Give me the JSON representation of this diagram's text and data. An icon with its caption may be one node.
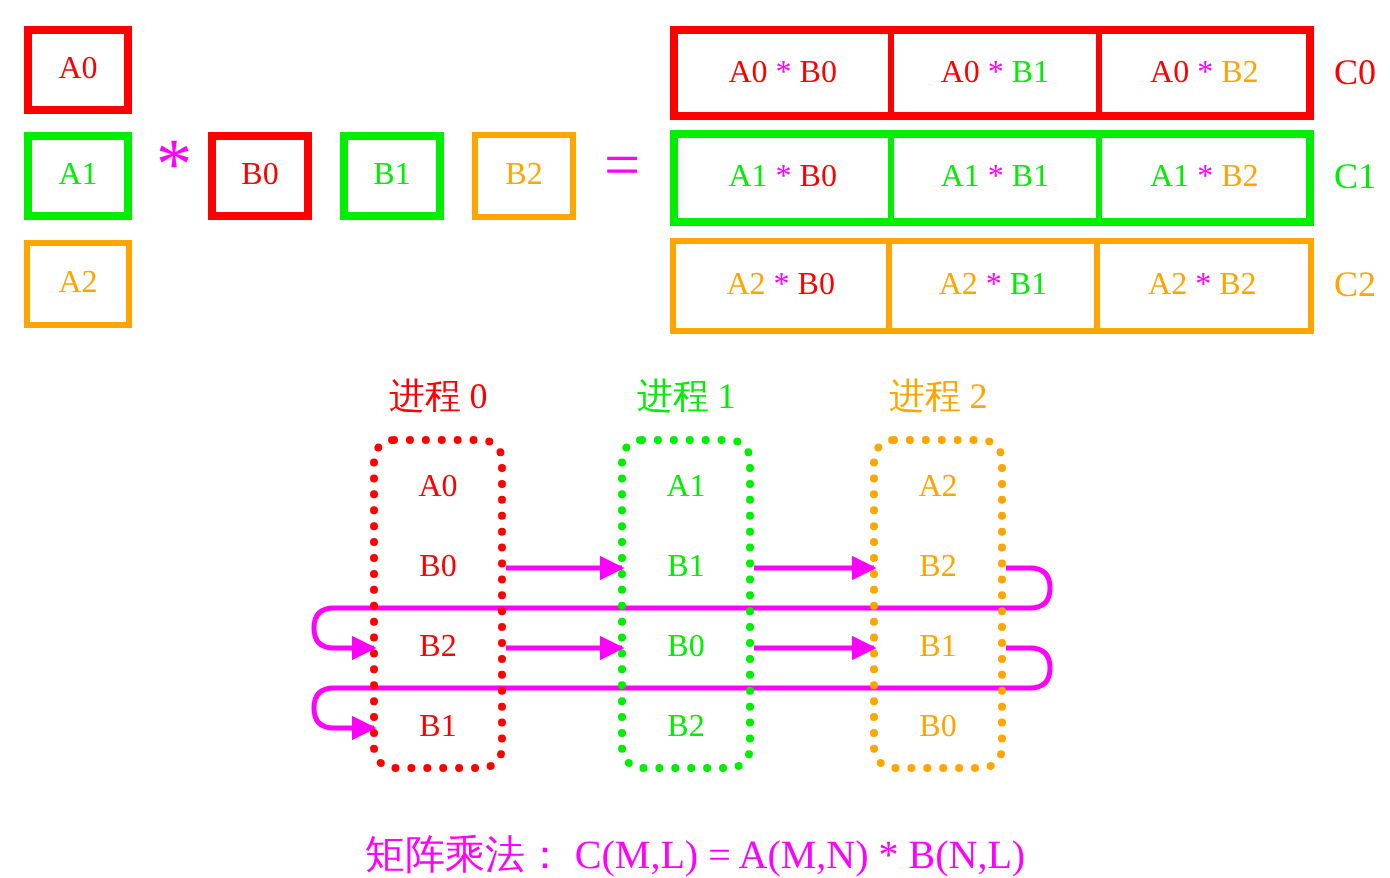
{
  "diagram": {
    "caption": "矩阵乘法： C(M,L) = A(M,N) * B(N,L)",
    "nodes": [
      {
        "text": [
          "A0"
        ]
      },
      {
        "text": [
          "A1"
        ]
      },
      {
        "text": [
          "A2"
        ]
      },
      {
        "text": [
          "B0"
        ]
      },
      {
        "text": [
          "B1"
        ]
      },
      {
        "text": [
          "B2"
        ]
      },
      {
        "text": [],
        "shape": "box",
        "beside": [
          "C0"
        ]
      },
      {
        "text": [
          "A0 * B0"
        ],
        "in": 6
      },
      {
        "text": [
          "A0 * B1"
        ],
        "in": 6
      },
      {
        "text": [
          "A0 * B2"
        ],
        "in": 6
      },
      {
        "text": [],
        "shape": "box",
        "beside": [
          "C1"
        ]
      },
      {
        "text": [
          "A1 * B0"
        ],
        "in": 10
      },
      {
        "text": [
          "A1 * B1"
        ],
        "in": 10
      },
      {
        "text": [
          "A1 * B2"
        ],
        "in": 10
      },
      {
        "text": [],
        "shape": "box",
        "beside": [
          "C2"
        ]
      },
      {
        "text": [
          "A2 * B0"
        ],
        "in": 14
      },
      {
        "text": [
          "A2 * B1"
        ],
        "in": 14
      },
      {
        "text": [
          "A2 * B2"
        ],
        "in": 14
      },
      {
        "text": [
          "进程 0"
        ]
      },
      {
        "text": [
          "A0"
        ],
        "in": 18
      },
      {
        "text": [
          "B0"
        ],
        "in": 18
      },
      {
        "text": [
          "B2"
        ],
        "in": 18
      },
      {
        "text": [
          "B1"
        ],
        "in": 18
      },
      {
        "text": [
          "进程 1"
        ]
      },
      {
        "text": [
          "A1"
        ],
        "in": 23
      },
      {
        "text": [
          "B1"
        ],
        "in": 23
      },
      {
        "text": [
          "B0"
        ],
        "in": 23
      },
      {
        "text": [
          "B2"
        ],
        "in": 23
      },
      {
        "text": [
          "进程 2"
        ]
      },
      {
        "text": [
          "A2"
        ],
        "in": 28
      },
      {
        "text": [
          "B2"
        ],
        "in": 28
      },
      {
        "text": [
          "B1"
        ],
        "in": 28
      },
      {
        "text": [
          "B0"
        ],
        "in": 28
      }
    ],
    "edges": [
      {
        "from": 20,
        "to": 25,
        "arrow": "to"
      },
      {
        "from": 25,
        "to": 30,
        "arrow": "to"
      },
      {
        "from": 30,
        "to": 21,
        "arrow": "to"
      },
      {
        "from": 21,
        "to": 26,
        "arrow": "to"
      },
      {
        "from": 26,
        "to": 31,
        "arrow": "to"
      },
      {
        "from": 31,
        "to": 22,
        "arrow": "to"
      }
    ],
    "labels": [
      "*",
      "="
    ]
  }
}
